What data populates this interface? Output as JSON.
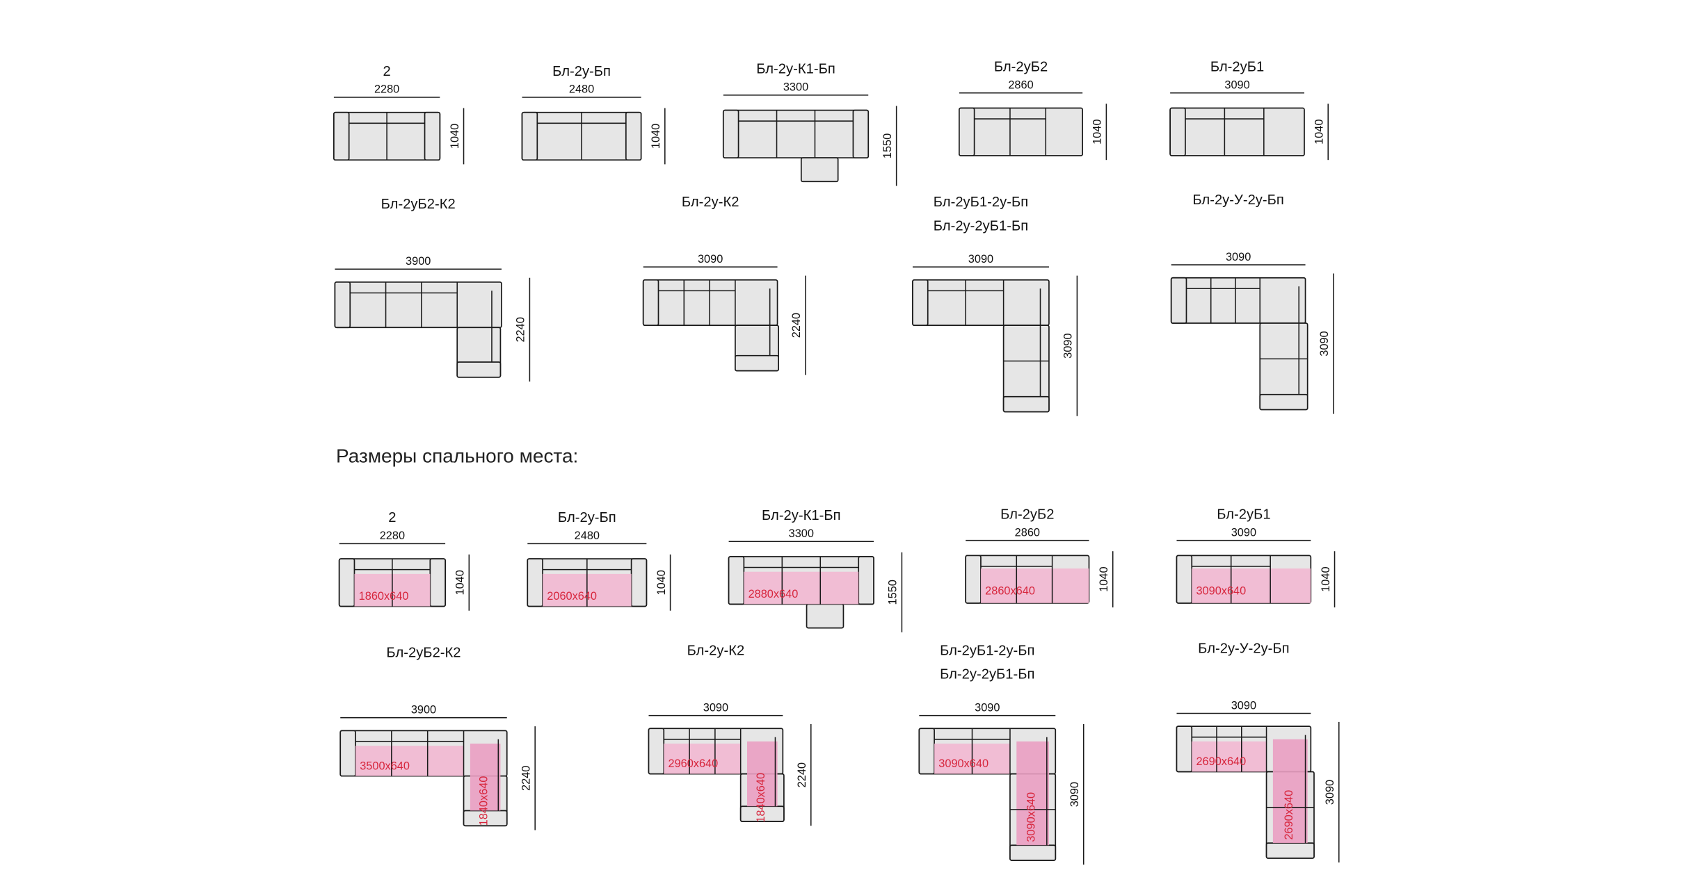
{
  "colors": {
    "stroke": "#1a1a1a",
    "fill": "#e6e6e6",
    "sleep": "#f2b8d2",
    "sleepStrong": "#ea9ec2",
    "sleepText": "#d7263d"
  },
  "section_title": "Размеры спального места:",
  "sofas_top": [
    {
      "id": "t1",
      "name": "2",
      "width": "2280",
      "depth": "1040"
    },
    {
      "id": "t2",
      "name": "Бл-2у-Бп",
      "width": "2480",
      "depth": "1040"
    },
    {
      "id": "t3",
      "name": "Бл-2у-К1-Бп",
      "width": "3300",
      "depth": "1550"
    },
    {
      "id": "t4",
      "name": "Бл-2уБ2",
      "width": "2860",
      "depth": "1040"
    },
    {
      "id": "t5",
      "name": "Бл-2уБ1",
      "width": "3090",
      "depth": "1040"
    },
    {
      "id": "t6",
      "name": "Бл-2уБ2-К2",
      "width": "3900",
      "depth": "2240"
    },
    {
      "id": "t7",
      "name": "Бл-2у-К2",
      "width": "3090",
      "depth": "2240"
    },
    {
      "id": "t8",
      "name": "Бл-2уБ1-2у-Бп",
      "name2": "Бл-2у-2уБ1-Бп",
      "width": "3090",
      "depth": "3090"
    },
    {
      "id": "t9",
      "name": "Бл-2у-У-2у-Бп",
      "width": "3090",
      "depth": "3090"
    }
  ],
  "sofas_bottom": [
    {
      "id": "b1",
      "name": "2",
      "width": "2280",
      "depth": "1040",
      "sleep": "1860x640"
    },
    {
      "id": "b2",
      "name": "Бл-2у-Бп",
      "width": "2480",
      "depth": "1040",
      "sleep": "2060x640"
    },
    {
      "id": "b3",
      "name": "Бл-2у-К1-Бп",
      "width": "3300",
      "depth": "1550",
      "sleep": "2880x640"
    },
    {
      "id": "b4",
      "name": "Бл-2уБ2",
      "width": "2860",
      "depth": "1040",
      "sleep": "2860x640"
    },
    {
      "id": "b5",
      "name": "Бл-2уБ1",
      "width": "3090",
      "depth": "1040",
      "sleep": "3090x640"
    },
    {
      "id": "b6",
      "name": "Бл-2уБ2-К2",
      "width": "3900",
      "depth": "2240",
      "sleep": "3500x640",
      "sleep2": "1840x640"
    },
    {
      "id": "b7",
      "name": "Бл-2у-К2",
      "width": "3090",
      "depth": "2240",
      "sleep": "2960x640",
      "sleep2": "1840x640"
    },
    {
      "id": "b8",
      "name": "Бл-2уБ1-2у-Бп",
      "name2": "Бл-2у-2уБ1-Бп",
      "width": "3090",
      "depth": "3090",
      "sleep": "3090x640",
      "sleep2": "3090x640"
    },
    {
      "id": "b9",
      "name": "Бл-2у-У-2у-Бп",
      "width": "3090",
      "depth": "3090",
      "sleep": "2690x640",
      "sleep2": "2690x640"
    }
  ]
}
